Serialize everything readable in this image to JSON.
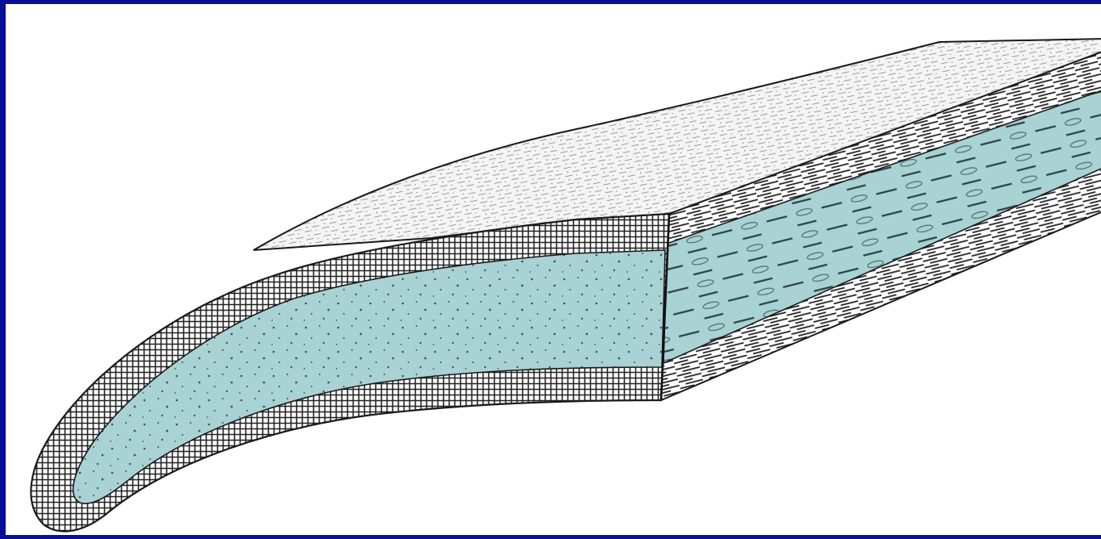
{
  "diagram": {
    "subject": "",
    "colors": {
      "frame": "#0a0f9a",
      "background": "#ffffff",
      "core": "#a9d2d5",
      "outline": "#1a1a1a",
      "texture": "#2a2a2a",
      "top_surface": "#f2f2f2"
    },
    "layers": [
      {
        "id": "top-surface",
        "label": ""
      },
      {
        "id": "outer-layer",
        "label": ""
      },
      {
        "id": "inner-core",
        "label": ""
      },
      {
        "id": "longitudinal-face",
        "label": ""
      }
    ]
  }
}
